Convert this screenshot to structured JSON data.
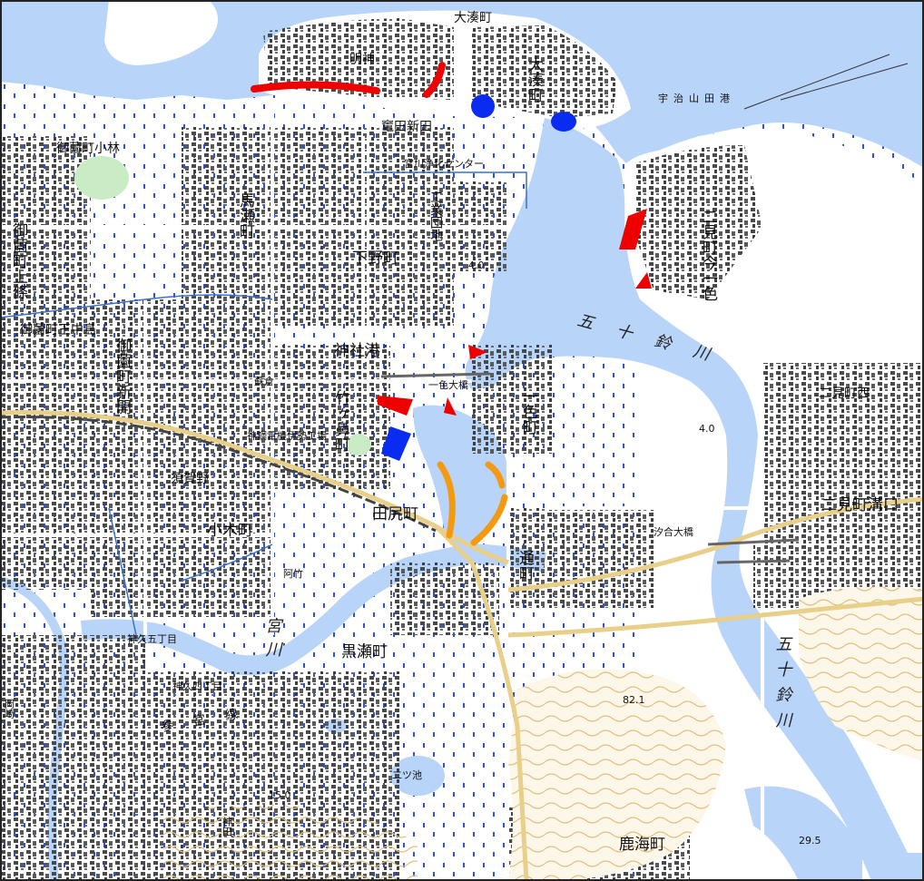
{
  "map": {
    "colors": {
      "water": "#b8d4f8",
      "land": "#ffffff",
      "building": "#555555",
      "road_major": "#e8cf8a",
      "contour": "#e3c78e",
      "forest": "#c9ecc4",
      "river_line": "#3a6fd1",
      "marker_red": "#ee0000",
      "marker_blue": "#0a2cf0",
      "marker_orange": "#f39a12"
    },
    "labels": {
      "ominato_top": "大湊町",
      "ominato": "大湊町",
      "myojin": "明神",
      "port": "宇治山田港",
      "taoyoshi": "竃田新田",
      "jokasen": "宮川浄化センター",
      "misono_kobayashi": "御薗町小林",
      "mase": "馬瀬町",
      "kogyodanchi": "工業団地",
      "shimono": "下野町",
      "misono_kamijo": "御薗町上條",
      "futami_imaichiki": "二見町今一色",
      "misono_oshinaka": "御薗町王中島",
      "isuzu_gawa": "五十鈴川",
      "kamiyashiro_ko": "神社港",
      "misono_shinkai": "御薗町新開",
      "takegahana": "竹ヶ鼻町",
      "sokura": "蘇倉",
      "isshiki_bridge": "一色大橋",
      "isshiki": "一色町",
      "futami_nishi": "二見町西",
      "factory": "神鋼電機伊勢工場",
      "sugano": "須賀野",
      "tajiri": "田尻町",
      "futami_mizoguchi": "二見町溝口",
      "kiyacho": "小木町",
      "ago": "阿竹",
      "dori": "通町",
      "kurose": "黒瀬町",
      "isuzu_gawa_lower": "五十鈴川",
      "kamiku_5": "神久五丁目",
      "kamiku_4": "神久四丁目",
      "okazaki": "岡崎",
      "futatsuike": "二ツ池",
      "kashima": "鹿海町",
      "hasu_line": "参宮線",
      "kamita": "神田",
      "sanbashi": "汐合大橋",
      "miya_gawa": "宮川"
    },
    "spot_heights": [
      "4.0",
      "4.0",
      "82.1",
      "15.0",
      "29.5"
    ]
  }
}
